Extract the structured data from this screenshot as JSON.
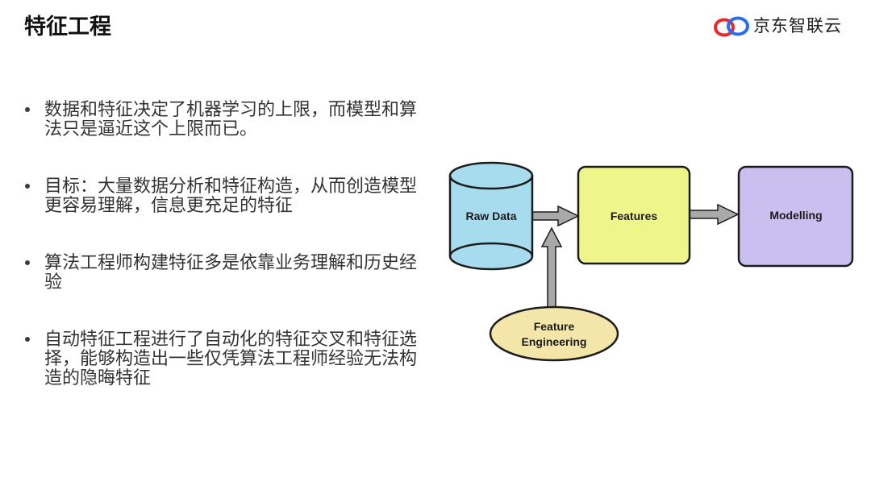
{
  "slide": {
    "title": "特征工程",
    "logo": {
      "icon": "jd-cloud-logo-icon",
      "text": "京东智联云",
      "colors": {
        "red": "#e8282b",
        "blue": "#2a6cf0"
      }
    }
  },
  "bullets": [
    "数据和特征决定了机器学习的上限，而模型和算法只是逼近这个上限而已。",
    "目标：大量数据分析和特征构造，从而创造模型更容易理解，信息更充足的特征",
    "算法工程师构建特征多是依靠业务理解和历史经验",
    "自动特征工程进行了自动化的特征交叉和特征选择，能够构造出一些仅凭算法工程师经验无法构造的隐晦特征"
  ],
  "diagram": {
    "raw_data": {
      "label": "Raw Data",
      "fill": "#a7dcef"
    },
    "features": {
      "label": "Features",
      "fill": "#eef58b"
    },
    "modelling": {
      "label": "Modelling",
      "fill": "#cac0ef"
    },
    "feature_engineering": {
      "label_lines": [
        "Feature",
        "Engineering"
      ],
      "fill": "#f3e6a8"
    },
    "arrow_fill": "#a9a9a9"
  }
}
